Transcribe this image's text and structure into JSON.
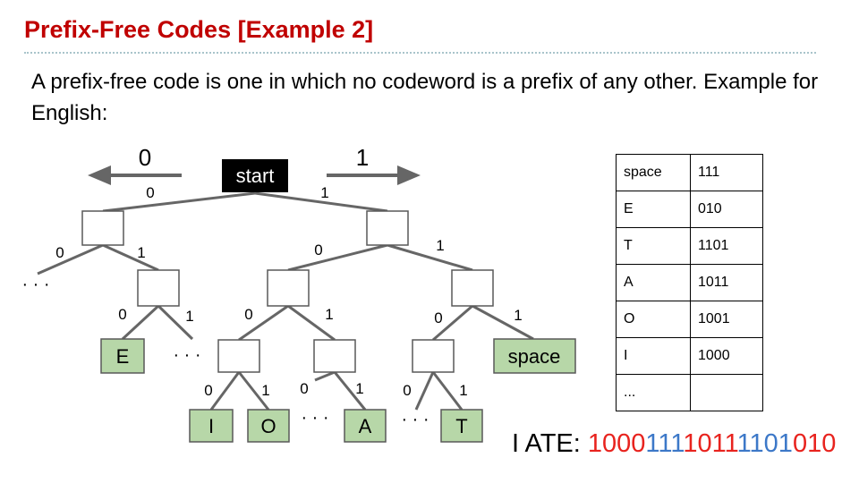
{
  "slide": {
    "title": "Prefix-Free Codes [Example 2]",
    "intro": "A prefix-free code is one in which no codeword is a prefix of any other. Example for English:"
  },
  "diagram": {
    "start_label": "start",
    "arrow_left_label": "0",
    "arrow_right_label": "1",
    "edge_labels": {
      "root_left": "0",
      "root_right": "1",
      "n0_left": "0",
      "n0_right": "1",
      "n01_left": "0",
      "n01_right": "1",
      "n1_left": "0",
      "n1_right": "1",
      "n10_left": "0",
      "n10_right": "1",
      "n11_left": "0",
      "n11_right": "1",
      "n100_left": "0",
      "n100_right": "1",
      "n101_left": "0",
      "n101_right": "1",
      "n110_left": "0",
      "n110_right": "1"
    },
    "leaves": {
      "E": "E",
      "space": "space",
      "I": "I",
      "O": "O",
      "A": "A",
      "T": "T"
    },
    "ellipses": {
      "left": "· · ·",
      "mid_e": "· · ·",
      "io_a": "· · ·",
      "a_t": "· · ·"
    },
    "colors": {
      "leaf_fill": "#b7d7a8",
      "node_stroke": "#595959",
      "edge": "#666666",
      "start_fill": "#000000"
    }
  },
  "code_table": {
    "rows": [
      {
        "symbol": "space",
        "code": "111"
      },
      {
        "symbol": "E",
        "code": "010"
      },
      {
        "symbol": "T",
        "code": "1101"
      },
      {
        "symbol": "A",
        "code": "1011"
      },
      {
        "symbol": "O",
        "code": "1001"
      },
      {
        "symbol": "I",
        "code": "1000"
      },
      {
        "symbol": "...",
        "code": ""
      }
    ]
  },
  "decode": {
    "prefix": "I ATE: ",
    "segments": [
      {
        "text": "1000",
        "color": "red"
      },
      {
        "text": "111",
        "color": "blue"
      },
      {
        "text": "1011",
        "color": "red"
      },
      {
        "text": "1101",
        "color": "blue"
      },
      {
        "text": "010",
        "color": "red"
      }
    ]
  }
}
